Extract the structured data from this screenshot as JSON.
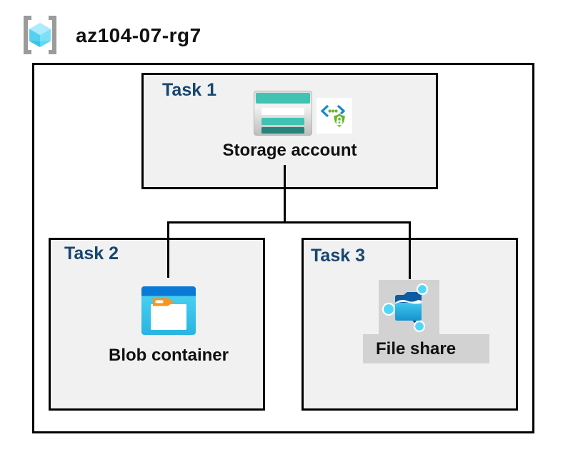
{
  "header": {
    "resource_group_name": "az104-07-rg7",
    "icon": "resource-group-icon"
  },
  "tasks": [
    {
      "label": "Task 1",
      "resource": "Storage account",
      "icons": [
        "storage-account-icon",
        "secure-endpoint-icon"
      ]
    },
    {
      "label": "Task 2",
      "resource": "Blob container",
      "icons": [
        "blob-container-icon"
      ]
    },
    {
      "label": "Task 3",
      "resource": "File share",
      "icons": [
        "file-share-icon"
      ]
    }
  ],
  "connections": [
    {
      "from": "Storage account",
      "to": "Blob container"
    },
    {
      "from": "Storage account",
      "to": "File share"
    }
  ],
  "colors": {
    "task_label": "#17466F",
    "box_fill": "#F1F1F1",
    "box_border": "#000000",
    "highlight_gray": "#D2D2D2",
    "storage_teal": "#40C3B2",
    "storage_dark_teal": "#26837A",
    "azure_blue": "#0B79D6",
    "container_cyan": "#3FC9EE",
    "orange_tab": "#F8951D",
    "security_green": "#69B42E",
    "bracket_gray": "#9B9B9B",
    "node_cyan": "#50D7F7",
    "folder_dark_blue": "#0C5CA4"
  }
}
